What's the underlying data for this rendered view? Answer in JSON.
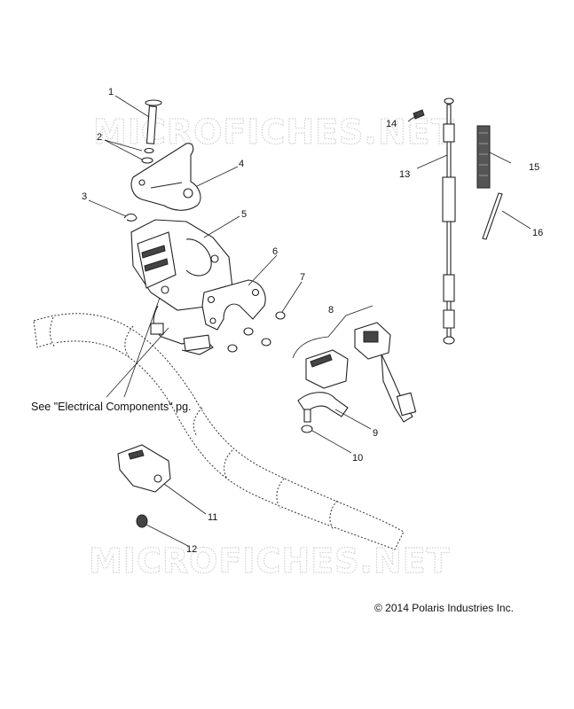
{
  "watermark_top": "MICROFICHES.NET",
  "watermark_bottom": "MICROFICHES.NET",
  "callouts": [
    "1",
    "2",
    "3",
    "4",
    "5",
    "6",
    "7",
    "8",
    "9",
    "10",
    "11",
    "12",
    "13",
    "14",
    "15",
    "16"
  ],
  "reference_note": "See \"Electrical Components\" pg.",
  "copyright": "© 2014 Polaris Industries Inc."
}
